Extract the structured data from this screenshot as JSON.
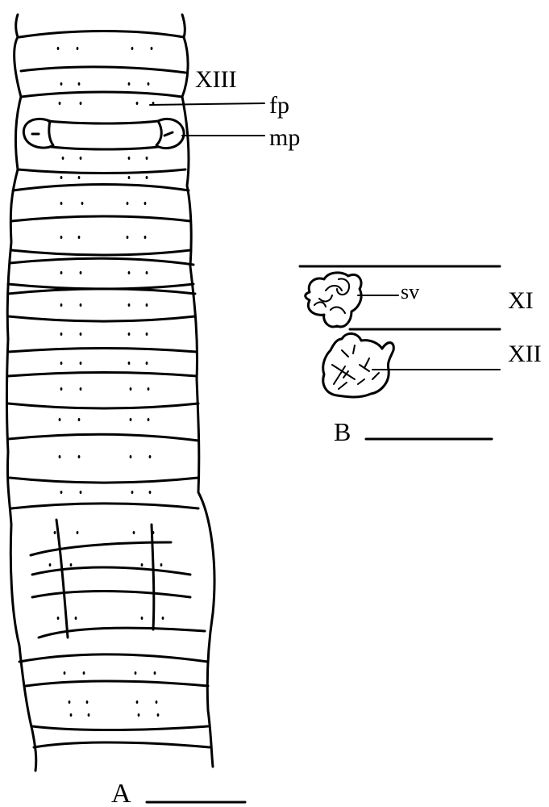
{
  "figure": {
    "panel_a": {
      "label": "A",
      "segment_label": "XIII",
      "female_pore_label": "fp",
      "male_pore_label": "mp"
    },
    "panel_b": {
      "label": "B",
      "seminal_vesicle_label": "sv",
      "segment_xi_label": "XI",
      "segment_xii_label": "XII"
    }
  }
}
